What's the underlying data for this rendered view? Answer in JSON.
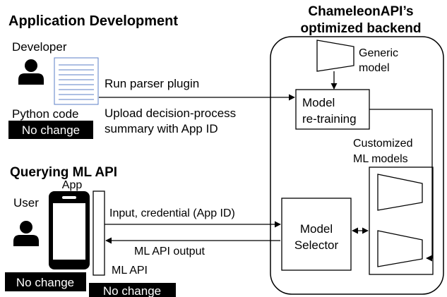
{
  "sections": {
    "app_dev_title": "Application Development",
    "query_title": "Querying ML API",
    "backend_title_line1": "ChameleonAPI’s",
    "backend_title_line2": "optimized backend"
  },
  "developer_side": {
    "developer_label": "Developer",
    "code_label": "Python code",
    "no_change": "No change",
    "run_parser": "Run parser plugin",
    "upload_line1": "Upload decision-process",
    "upload_line2": "summary with App ID"
  },
  "user_side": {
    "user_label": "User",
    "app_label": "App",
    "mlapi_label": "ML API",
    "no_change_app": "No change",
    "no_change_api": "No change",
    "input_label": "Input, credential (App ID)",
    "output_label": "ML API output"
  },
  "backend": {
    "generic_line1": "Generic",
    "generic_line2": "model",
    "retrain_line1": "Model",
    "retrain_line2": "re-training",
    "customized_line1": "Customized",
    "customized_line2": "ML models",
    "selector_line1": "Model",
    "selector_line2": "Selector"
  },
  "colors": {
    "stroke": "#000000",
    "doc_lines": "#5b7fc7",
    "badge_bg": "#000000",
    "badge_text": "#ffffff"
  }
}
